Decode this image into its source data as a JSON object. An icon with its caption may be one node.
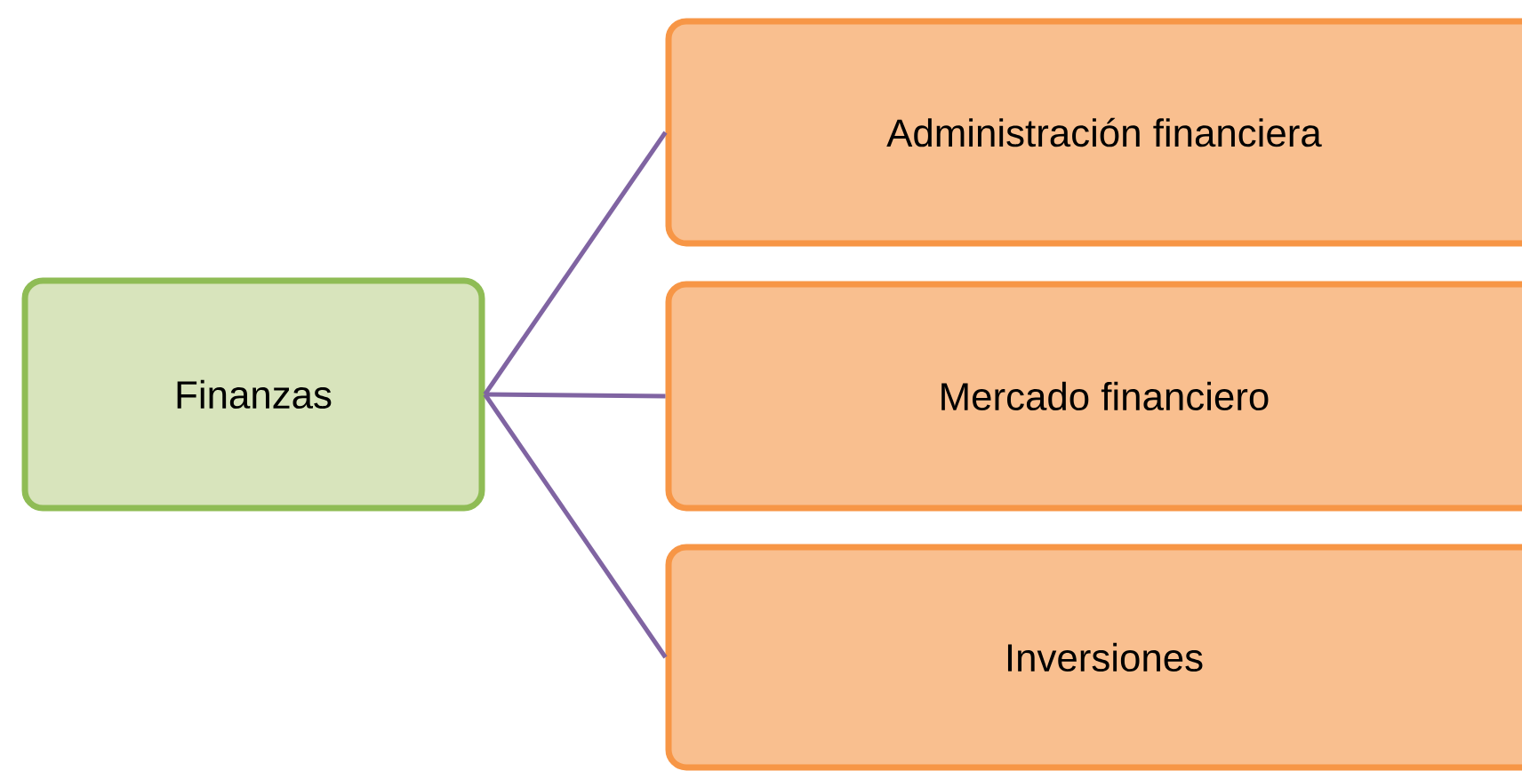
{
  "diagram": {
    "nodes": [
      {
        "text": [
          "Finanzas"
        ]
      },
      {
        "text": [
          "Administración financiera"
        ]
      },
      {
        "text": [
          "Mercado financiero"
        ]
      },
      {
        "text": [
          "Inversiones"
        ]
      }
    ],
    "edges": [
      {
        "from": 0,
        "to": 1,
        "arrow": "none"
      },
      {
        "from": 0,
        "to": 2,
        "arrow": "none"
      },
      {
        "from": 0,
        "to": 3,
        "arrow": "none"
      }
    ]
  }
}
